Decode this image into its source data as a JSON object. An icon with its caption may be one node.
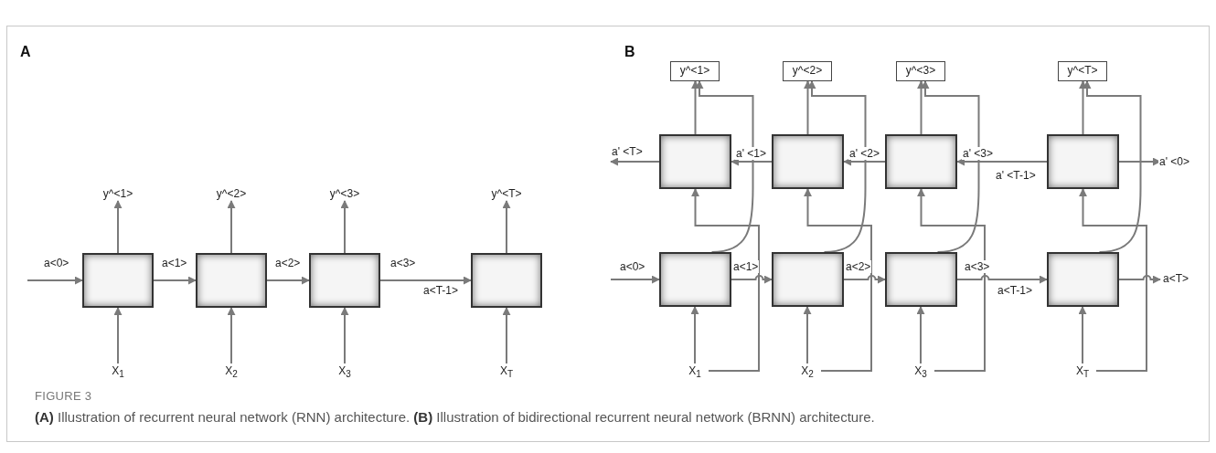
{
  "diagram": {
    "caption": "**(A)** Illustration of recurrent neural network (RNN) architecture. **(B)** Illustration of bidirectional recurrent neural network (BRNN) architecture.",
    "nodes": [
      {
        "text": [],
        "shape": "box"
      },
      {
        "text": [],
        "shape": "box"
      },
      {
        "text": [],
        "shape": "box"
      },
      {
        "text": [],
        "shape": "box"
      },
      {
        "text": [
          "y^<1>"
        ]
      },
      {
        "text": [
          "y^<2>"
        ]
      },
      {
        "text": [
          "y^<3>"
        ]
      },
      {
        "text": [
          "y^<T>"
        ]
      },
      {
        "text": [
          "X$_{1}$"
        ]
      },
      {
        "text": [
          "X$_{2}$"
        ]
      },
      {
        "text": [
          "X$_{3}$"
        ]
      },
      {
        "text": [
          "X$_{T}$"
        ]
      },
      {
        "text": [
          "y^<1>"
        ]
      },
      {
        "text": [
          "y^<2>"
        ]
      },
      {
        "text": [
          "y^<3>"
        ]
      },
      {
        "text": [
          "y^<T>"
        ]
      },
      {
        "text": [],
        "shape": "box"
      },
      {
        "text": [],
        "shape": "box"
      },
      {
        "text": [],
        "shape": "box"
      },
      {
        "text": [],
        "shape": "box"
      },
      {
        "text": [],
        "shape": "box"
      },
      {
        "text": [],
        "shape": "box"
      },
      {
        "text": [],
        "shape": "box"
      },
      {
        "text": [],
        "shape": "box"
      },
      {
        "text": [
          "X$_{1}$"
        ]
      },
      {
        "text": [
          "X$_{2}$"
        ]
      },
      {
        "text": [
          "X$_{3}$"
        ]
      },
      {
        "text": [
          "X$_{T}$"
        ]
      }
    ],
    "edges": [
      {
        "from": null,
        "to": 0,
        "arrow": "to",
        "label": "a<0>"
      },
      {
        "from": 0,
        "to": 1,
        "arrow": "to",
        "label": "a<1>"
      },
      {
        "from": 1,
        "to": 2,
        "arrow": "to",
        "label": "a<2>"
      },
      {
        "from": 2,
        "to": 3,
        "arrow": "to",
        "label": "a<3>"
      },
      {
        "from": 0,
        "to": 4,
        "arrow": "to"
      },
      {
        "from": 1,
        "to": 5,
        "arrow": "to"
      },
      {
        "from": 2,
        "to": 6,
        "arrow": "to"
      },
      {
        "from": 3,
        "to": 7,
        "arrow": "to"
      },
      {
        "from": 8,
        "to": 0,
        "arrow": "to"
      },
      {
        "from": 9,
        "to": 1,
        "arrow": "to"
      },
      {
        "from": 10,
        "to": 2,
        "arrow": "to"
      },
      {
        "from": 11,
        "to": 3,
        "arrow": "to"
      },
      {
        "from": 16,
        "to": 12,
        "arrow": "to"
      },
      {
        "from": 17,
        "to": 13,
        "arrow": "to"
      },
      {
        "from": 18,
        "to": 14,
        "arrow": "to"
      },
      {
        "from": 19,
        "to": 15,
        "arrow": "to"
      },
      {
        "from": 20,
        "to": 12,
        "arrow": "to"
      },
      {
        "from": 21,
        "to": 13,
        "arrow": "to"
      },
      {
        "from": 22,
        "to": 14,
        "arrow": "to"
      },
      {
        "from": 23,
        "to": 15,
        "arrow": "to"
      },
      {
        "from": 24,
        "to": 20,
        "arrow": "to"
      },
      {
        "from": 25,
        "to": 21,
        "arrow": "to"
      },
      {
        "from": 26,
        "to": 22,
        "arrow": "to"
      },
      {
        "from": 27,
        "to": 23,
        "arrow": "to"
      },
      {
        "from": 24,
        "to": 16,
        "arrow": "to"
      },
      {
        "from": 25,
        "to": 17,
        "arrow": "to"
      },
      {
        "from": 26,
        "to": 18,
        "arrow": "to"
      },
      {
        "from": 27,
        "to": 19,
        "arrow": "to"
      },
      {
        "from": null,
        "to": 20,
        "arrow": "to",
        "label": "a<0>"
      },
      {
        "from": 20,
        "to": 21,
        "arrow": "to",
        "label": "a<1>"
      },
      {
        "from": 21,
        "to": 22,
        "arrow": "to",
        "label": "a<2>"
      },
      {
        "from": 22,
        "to": 23,
        "arrow": "to",
        "label": "a<3>"
      },
      {
        "from": 23,
        "to": null,
        "arrow": "to",
        "label": "a<T>"
      },
      {
        "from": 19,
        "to": null,
        "arrow": "to",
        "label": "a' <0>"
      },
      {
        "from": 19,
        "to": 18,
        "arrow": "to",
        "label": "a' <3>"
      },
      {
        "from": 18,
        "to": 17,
        "arrow": "to",
        "label": "a' <2>"
      },
      {
        "from": 17,
        "to": 16,
        "arrow": "to",
        "label": "a' <1>"
      },
      {
        "from": 16,
        "to": null,
        "arrow": "to",
        "label": "a' <T>"
      }
    ],
    "labels": [
      "A",
      "a<T-1>",
      "B",
      "a' <T-1>",
      "a<T-1>",
      "FIGURE 3"
    ]
  }
}
